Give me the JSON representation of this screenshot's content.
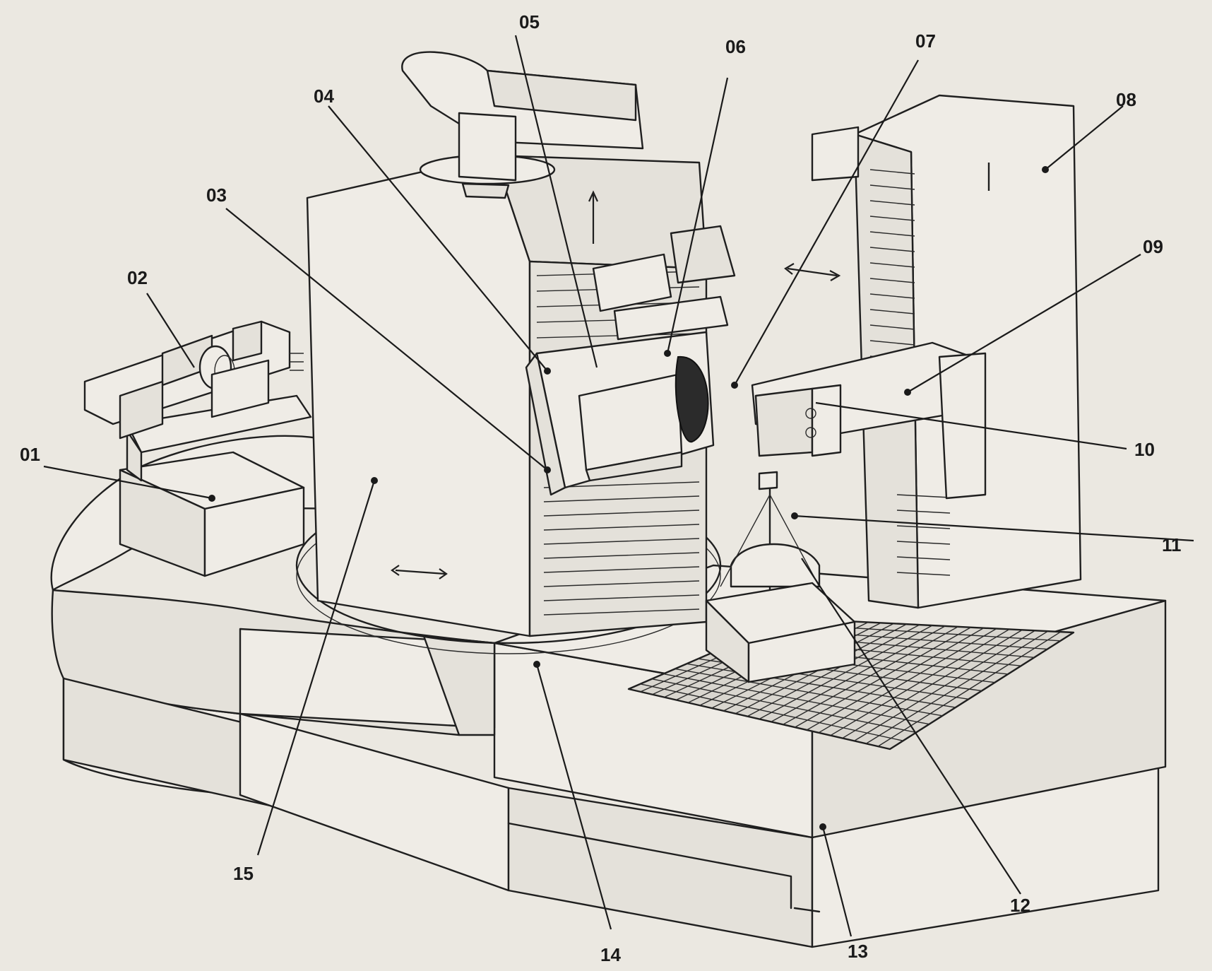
{
  "diagram": {
    "callouts": [
      {
        "id": "c01",
        "label": "01"
      },
      {
        "id": "c02",
        "label": "02"
      },
      {
        "id": "c03",
        "label": "03"
      },
      {
        "id": "c04",
        "label": "04"
      },
      {
        "id": "c05",
        "label": "05"
      },
      {
        "id": "c06",
        "label": "06"
      },
      {
        "id": "c07",
        "label": "07"
      },
      {
        "id": "c08",
        "label": "08"
      },
      {
        "id": "c09",
        "label": "09"
      },
      {
        "id": "c10",
        "label": "10"
      },
      {
        "id": "c11",
        "label": "11"
      },
      {
        "id": "c12",
        "label": "12"
      },
      {
        "id": "c13",
        "label": "13"
      },
      {
        "id": "c14",
        "label": "14"
      },
      {
        "id": "c15",
        "label": "15"
      }
    ]
  }
}
